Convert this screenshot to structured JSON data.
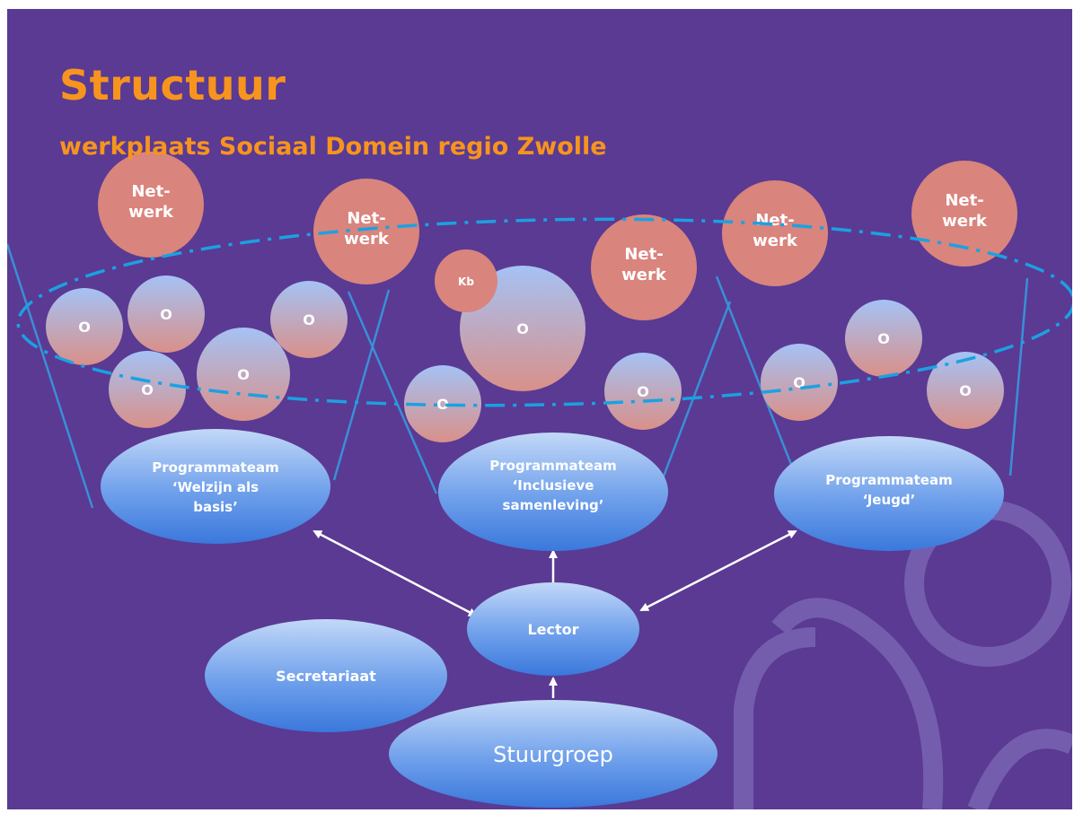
{
  "title": "Structuur",
  "subtitle": "werkplaats Sociaal Domein regio Zwolle",
  "network_nodes": [
    {
      "line1": "Net-",
      "line2": "werk"
    },
    {
      "line1": "Net-",
      "line2": "werk"
    },
    {
      "line1": "Net-",
      "line2": "werk"
    },
    {
      "line1": "Net-",
      "line2": "werk"
    },
    {
      "line1": "Net-",
      "line2": "werk"
    }
  ],
  "kb_node": {
    "label": "Kb"
  },
  "o_label": "O",
  "program_teams": [
    {
      "line1": "Programmateam",
      "line2": "‘Welzijn als",
      "line3": "basis’"
    },
    {
      "line1": "Programmateam",
      "line2": "‘Inclusieve",
      "line3": "samenleving’"
    },
    {
      "line1": "Programmateam",
      "line2": "‘Jeugd’"
    }
  ],
  "lector": {
    "label": "Lector"
  },
  "secretariaat": {
    "label": "Secretariaat"
  },
  "stuurgroep": {
    "label": "Stuurgroep"
  },
  "colors": {
    "background": "#5a3a93",
    "title": "#f7941d",
    "network_node": "#d9847d",
    "o_node_top": "#a5c2f5",
    "o_node_bottom": "#d99089",
    "team_top": "#b9d2f7",
    "team_bottom": "#3c7ee0",
    "dashed_ellipse": "#1ba1e2",
    "arrow": "#ffffff",
    "watermark": "#7a64b2"
  }
}
